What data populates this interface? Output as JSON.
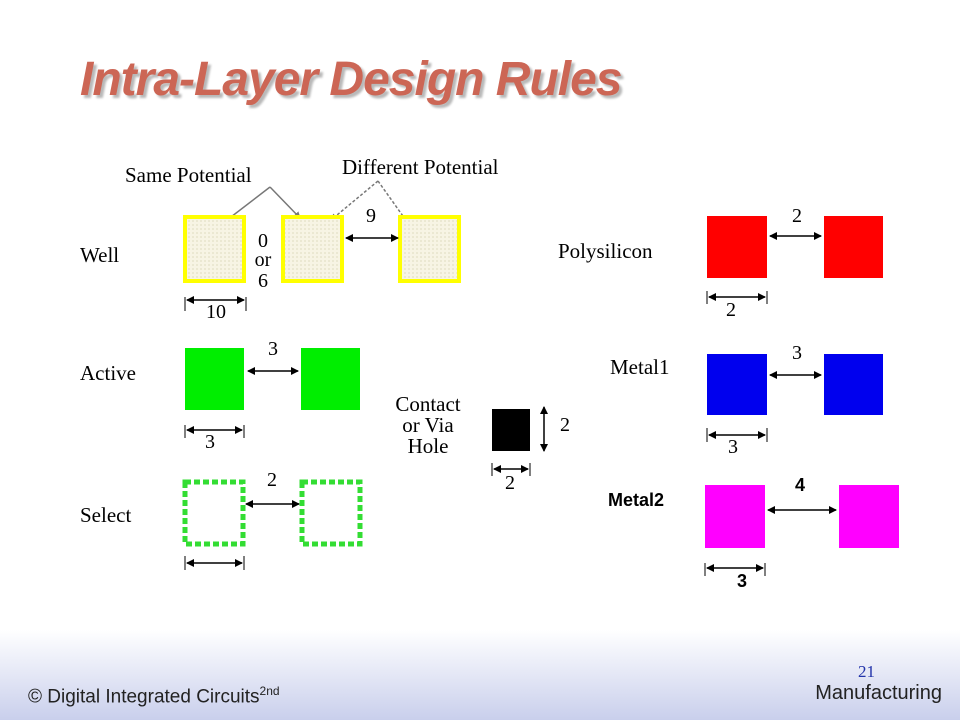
{
  "title": "Intra-Layer Design Rules",
  "annotations": {
    "same_potential": "Same Potential",
    "different_potential": "Different Potential"
  },
  "layers": {
    "well": {
      "label": "Well",
      "spacing_same_top": "0",
      "spacing_same_mid": "or",
      "spacing_same_bot": "6",
      "spacing_diff": "9",
      "width": "10",
      "color": "#ffff00"
    },
    "active": {
      "label": "Active",
      "spacing": "3",
      "width": "3",
      "color": "#00ee00"
    },
    "select": {
      "label": "Select",
      "spacing": "2",
      "color": "#33dd33"
    },
    "contact": {
      "label_line1": "Contact",
      "label_line2": "or Via",
      "label_line3": "Hole",
      "height": "2",
      "width": "2",
      "color": "#000000"
    },
    "polysilicon": {
      "label": "Polysilicon",
      "spacing": "2",
      "width": "2",
      "color": "#ff0000"
    },
    "metal1": {
      "label": "Metal1",
      "spacing": "3",
      "width": "3",
      "color": "#0000ee"
    },
    "metal2": {
      "label": "Metal2",
      "spacing": "4",
      "width": "3",
      "color": "#ff00ff"
    }
  },
  "footer": {
    "copyright": "© Digital Integrated Circuits",
    "edition": "2nd",
    "section": "Manufacturing",
    "page": "21"
  }
}
